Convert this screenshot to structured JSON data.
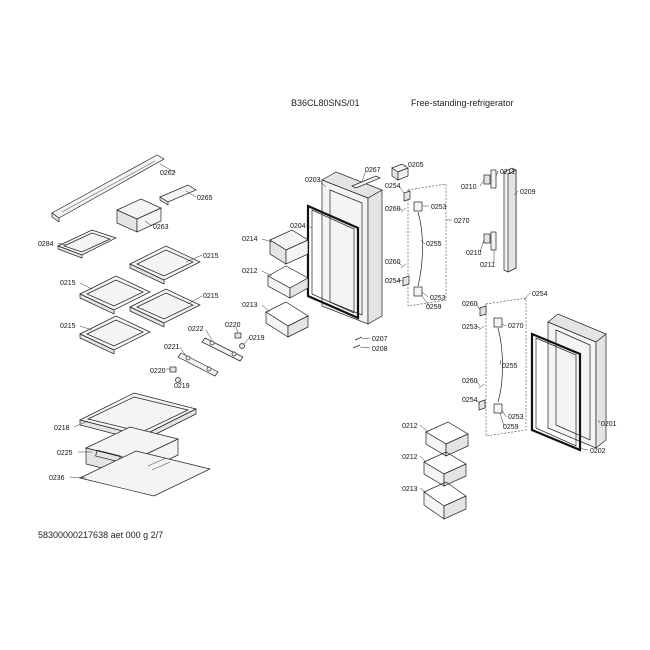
{
  "header": {
    "model": "B36CL80SNS/01",
    "description": "Free-standing-refrigerator"
  },
  "footer": {
    "doc_code": "58300000217638 aet 000 g 2/7"
  },
  "parts": [
    "0262",
    "0265",
    "0263",
    "0284",
    "0215",
    "0215",
    "0215",
    "0215",
    "0222",
    "0220",
    "0219",
    "0221",
    "0220",
    "0219",
    "0218",
    "0225",
    "0236",
    "0203",
    "0204",
    "0214",
    "0212",
    "0213",
    "0267",
    "0205",
    "0254",
    "0260",
    "0253",
    "0270",
    "0255",
    "0260",
    "0254",
    "0253",
    "0259",
    "0207",
    "0208",
    "0210",
    "0211",
    "0209",
    "0210",
    "0211",
    "0254",
    "0260",
    "0253",
    "0270",
    "0255",
    "0260",
    "0254",
    "0253",
    "0259",
    "0201",
    "0202",
    "0212",
    "0212",
    "0213"
  ]
}
